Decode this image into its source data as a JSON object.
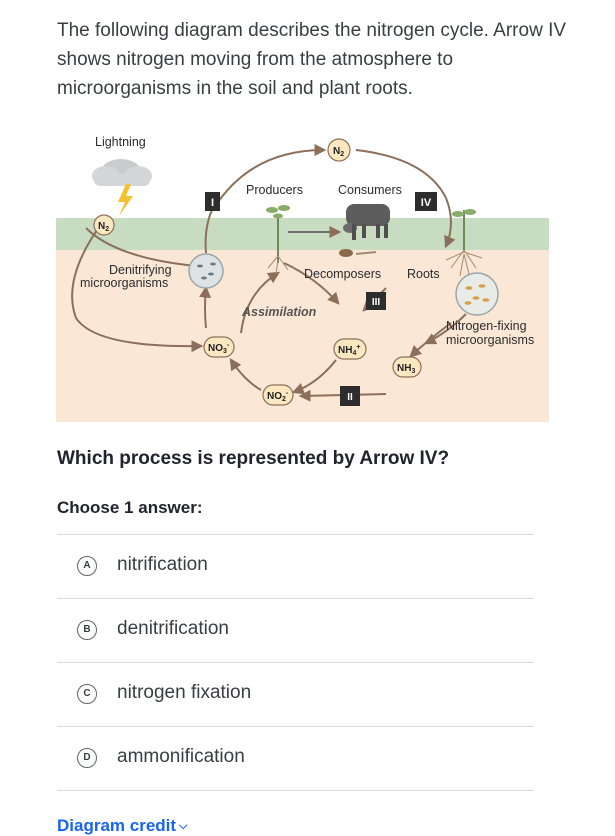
{
  "intro": "The following diagram describes the nitrogen cycle. Arrow IV shows nitrogen moving from the atmosphere to microorganisms in the soil and plant roots.",
  "diagram": {
    "labels": {
      "lightning": "Lightning",
      "producers": "Producers",
      "consumers": "Consumers",
      "denitrifying": "Denitrifying",
      "microorganisms": "microorganisms",
      "decomposers": "Decomposers",
      "roots": "Roots",
      "assimilation": "Assimilation",
      "nitrogen_fixing": "Nitrogen-fixing",
      "nitrogen_fixing_2": "microorganisms"
    },
    "badges": {
      "I": "I",
      "II": "II",
      "III": "III",
      "IV": "IV"
    },
    "molecules": {
      "n2_top": "N",
      "n2_top_sub": "2",
      "n2_left": "N",
      "n2_left_sub": "2",
      "no3": "NO",
      "no3_sub": "3",
      "no3_sup": "-",
      "nh4": "NH",
      "nh4_sub": "4",
      "nh4_sup": "+",
      "nh3": "NH",
      "nh3_sub": "3",
      "no2": "NO",
      "no2_sub": "2",
      "no2_sup": "-"
    },
    "colors": {
      "sky": "#ffffff",
      "grass": "#c8dcc2",
      "soil": "#fbe7d6",
      "arrow": "#8c6f5a",
      "badge": "#2d2d2d"
    }
  },
  "question": "Which process is represented by Arrow IV?",
  "choose_label": "Choose 1 answer:",
  "choices": [
    {
      "letter": "A",
      "text": "nitrification"
    },
    {
      "letter": "B",
      "text": "denitrification"
    },
    {
      "letter": "C",
      "text": "nitrogen fixation"
    },
    {
      "letter": "D",
      "text": "ammonification"
    }
  ],
  "credit": {
    "label": "Diagram credit",
    "icon": "chevron-down-icon"
  }
}
